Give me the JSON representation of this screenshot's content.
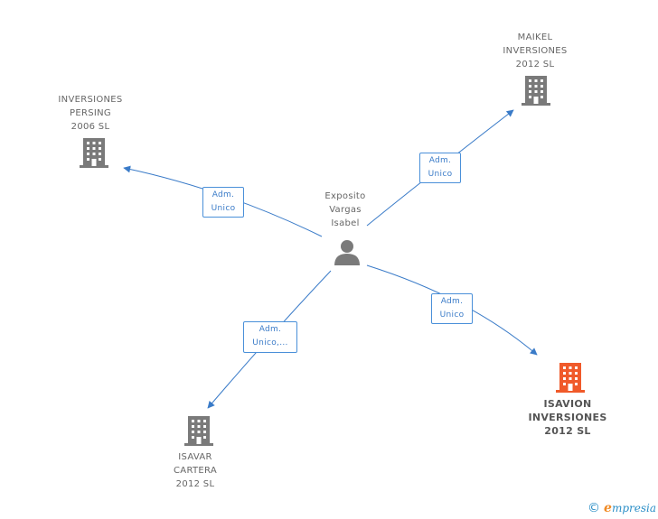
{
  "colors": {
    "edge": "#3a7bc8",
    "building": "#7a7a7a",
    "building_highlight": "#f05a2a",
    "person": "#7a7a7a"
  },
  "nodes": {
    "person": {
      "name": [
        "Exposito",
        "Vargas",
        "Isabel"
      ],
      "icon": "person-icon"
    },
    "persing": {
      "name": [
        "INVERSIONES",
        "PERSING",
        "2006 SL"
      ],
      "icon": "building-icon"
    },
    "maikel": {
      "name": [
        "MAIKEL",
        "INVERSIONES",
        "2012 SL"
      ],
      "icon": "building-icon"
    },
    "isavar": {
      "name": [
        "ISAVAR",
        "CARTERA",
        "2012 SL"
      ],
      "icon": "building-icon"
    },
    "isavion": {
      "name": [
        "ISAVION",
        "INVERSIONES",
        "2012 SL"
      ],
      "icon": "building-icon",
      "highlight": true
    }
  },
  "edges": {
    "persing": [
      "Adm.",
      "Unico"
    ],
    "maikel": [
      "Adm.",
      "Unico"
    ],
    "isavar": [
      "Adm.",
      "Unico,..."
    ],
    "isavion": [
      "Adm.",
      "Unico"
    ]
  },
  "footer": {
    "copyright": "©",
    "brand_first": "e",
    "brand_rest": "mpresia"
  }
}
